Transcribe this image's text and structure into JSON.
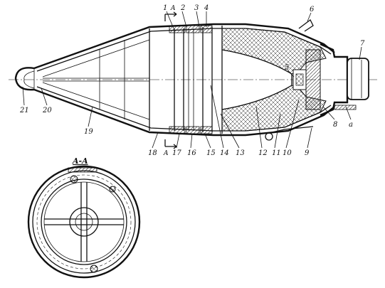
{
  "figure": {
    "callouts": [
      "1",
      "2",
      "3",
      "4",
      "5",
      "6",
      "7",
      "8",
      "9",
      "10",
      "11",
      "12",
      "13",
      "14",
      "15",
      "16",
      "17",
      "18",
      "19",
      "20",
      "21"
    ],
    "letter_a": "a",
    "section_marks": [
      "A",
      "A"
    ],
    "section_title": "A-A"
  }
}
